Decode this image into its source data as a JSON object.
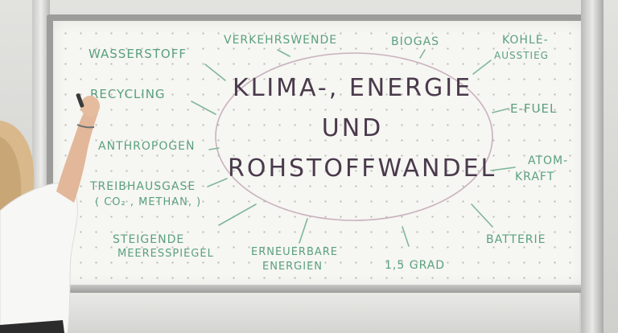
{
  "center_title": {
    "line1": "KLIMA-, ENERGIE",
    "line2": "UND",
    "line3": "ROHSTOFFWANDEL"
  },
  "terms": {
    "wasserstoff": "WASSERSTOFF",
    "verkehrswende": "VERKEHRSWENDE",
    "biogas": "BIOGAS",
    "kohle_line1": "KOHLE-",
    "kohle_line2": "AUSSTIEG",
    "recycling": "RECYCLING",
    "efuel": "E-FUEL",
    "anthropogen": "ANTHROPOGEN",
    "atom_line1": "ATOM-",
    "atom_line2": "KRAFT",
    "treibhaus_line1": "TREIBHAUSGASE",
    "treibhaus_line2": "( CO₂ , METHAN, )",
    "steigende_line1": "STEIGENDE",
    "steigende_line2": "MEERESSPIEGEL",
    "erneuerbare_line1": "ERNEUERBARE",
    "erneuerbare_line2": "ENERGIEN",
    "grad": "1,5 GRAD",
    "batterie": "BATTERIE"
  },
  "colors": {
    "marker_green": "#5aa07e",
    "marker_dark": "#4a3a4c",
    "board": "#f6f6f2"
  }
}
